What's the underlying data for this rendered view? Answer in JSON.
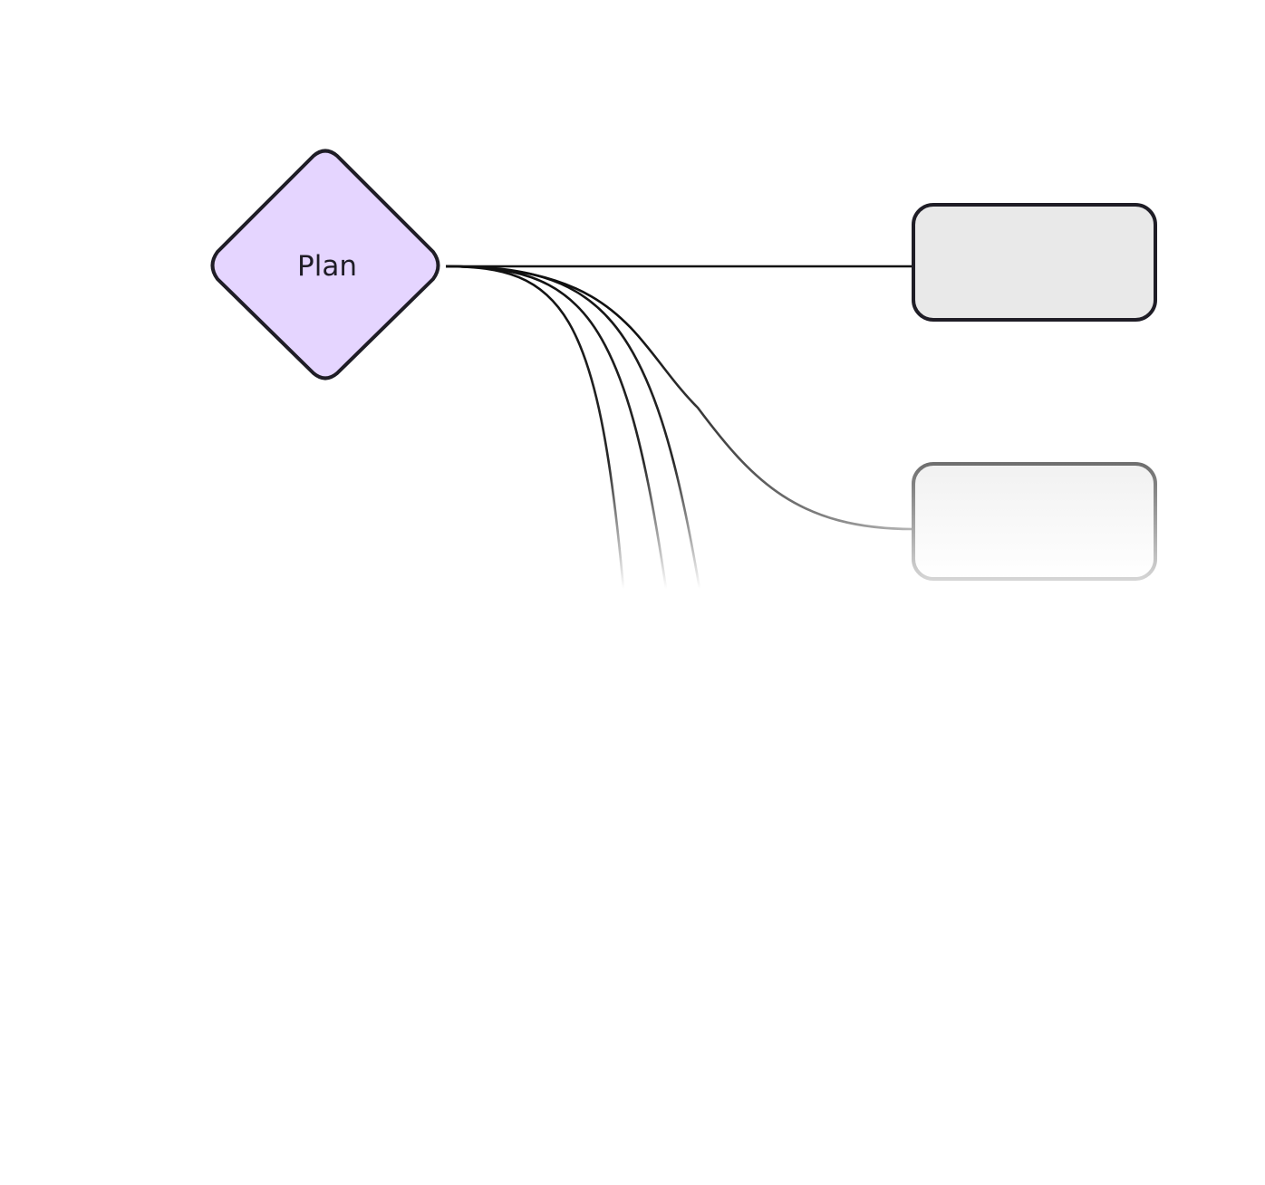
{
  "diagram": {
    "decision_node": {
      "label": "Plan",
      "shape": "diamond",
      "fill_color": "#e5d5ff",
      "stroke_color": "#1f1d26"
    },
    "output_node_1": {
      "label": "",
      "shape": "rounded-rectangle",
      "fill_color": "#e9e9e9",
      "stroke_color": "#1f1d26"
    },
    "output_node_2": {
      "label": "",
      "shape": "rounded-rectangle",
      "fill_color": "#f3f3f3",
      "stroke_color": "#6f6f6f",
      "faded": true
    },
    "connectors": [
      {
        "from": "decision_node",
        "to": "output_node_1",
        "style": "straight"
      },
      {
        "from": "decision_node",
        "to": "output_node_2",
        "style": "curve"
      },
      {
        "from": "decision_node",
        "to": "offscreen",
        "style": "curve-fading"
      },
      {
        "from": "decision_node",
        "to": "offscreen",
        "style": "curve-fading"
      },
      {
        "from": "decision_node",
        "to": "offscreen",
        "style": "curve-fading"
      }
    ],
    "colors": {
      "background": "#ffffff",
      "connector": "#111111"
    }
  }
}
